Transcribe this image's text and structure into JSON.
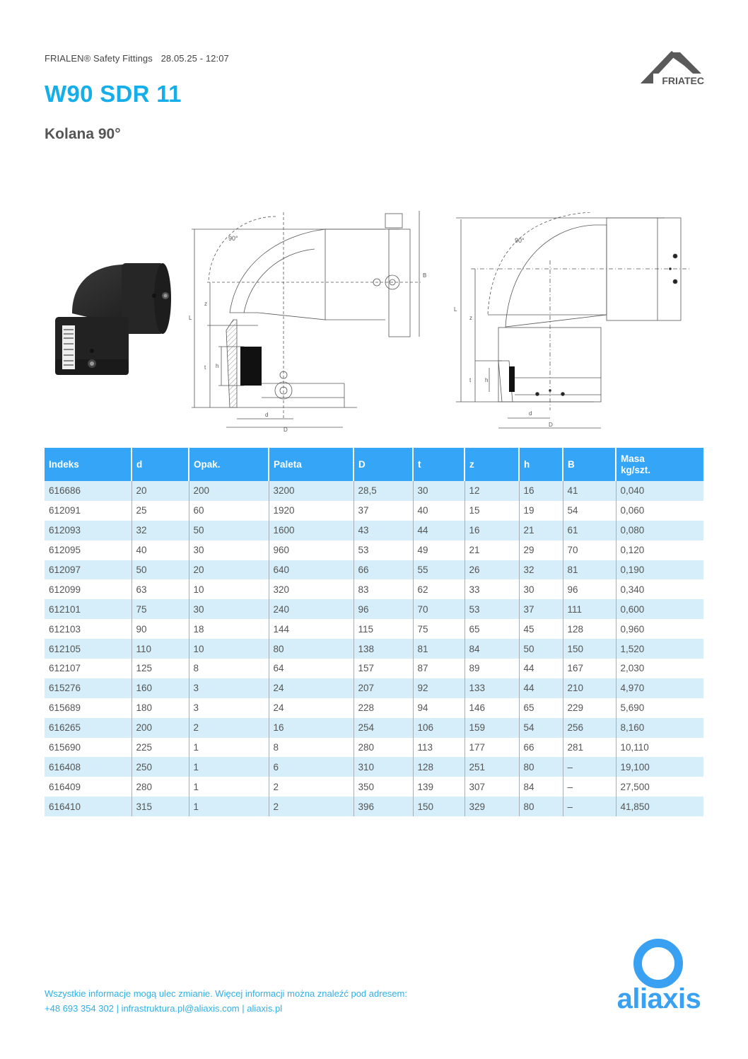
{
  "header": {
    "product_line": "FRIALEN® Safety Fittings",
    "datetime": "28.05.25 - 12:07",
    "title": "W90 SDR 11",
    "subtitle": "Kolana 90°",
    "brand_logo": "FRIATEC"
  },
  "images": {
    "product_photo": "black electrofusion 90-degree elbow fitting photo",
    "drawing_left_angle_label": "90°",
    "drawing_left_dim_labels": [
      "L",
      "z",
      "t",
      "h",
      "B",
      "d",
      "D"
    ],
    "drawing_right_angle_label": "90°",
    "drawing_right_dim_labels": [
      "L",
      "z",
      "t",
      "h",
      "d",
      "D"
    ]
  },
  "table": {
    "columns": [
      "Indeks",
      "d",
      "Opak.",
      "Paleta",
      "D",
      "t",
      "z",
      "h",
      "B",
      "Masa\nkg/szt."
    ],
    "column_labels": {
      "indeks": "Indeks",
      "d": "d",
      "opak": "Opak.",
      "paleta": "Paleta",
      "D": "D",
      "t": "t",
      "z": "z",
      "h": "h",
      "B": "B",
      "masa_line1": "Masa",
      "masa_line2": "kg/szt."
    },
    "rows": [
      [
        "616686",
        "20",
        "200",
        "3200",
        "28,5",
        "30",
        "12",
        "16",
        "41",
        "0,040"
      ],
      [
        "612091",
        "25",
        "60",
        "1920",
        "37",
        "40",
        "15",
        "19",
        "54",
        "0,060"
      ],
      [
        "612093",
        "32",
        "50",
        "1600",
        "43",
        "44",
        "16",
        "21",
        "61",
        "0,080"
      ],
      [
        "612095",
        "40",
        "30",
        "960",
        "53",
        "49",
        "21",
        "29",
        "70",
        "0,120"
      ],
      [
        "612097",
        "50",
        "20",
        "640",
        "66",
        "55",
        "26",
        "32",
        "81",
        "0,190"
      ],
      [
        "612099",
        "63",
        "10",
        "320",
        "83",
        "62",
        "33",
        "30",
        "96",
        "0,340"
      ],
      [
        "612101",
        "75",
        "30",
        "240",
        "96",
        "70",
        "53",
        "37",
        "111",
        "0,600"
      ],
      [
        "612103",
        "90",
        "18",
        "144",
        "115",
        "75",
        "65",
        "45",
        "128",
        "0,960"
      ],
      [
        "612105",
        "110",
        "10",
        "80",
        "138",
        "81",
        "84",
        "50",
        "150",
        "1,520"
      ],
      [
        "612107",
        "125",
        "8",
        "64",
        "157",
        "87",
        "89",
        "44",
        "167",
        "2,030"
      ],
      [
        "615276",
        "160",
        "3",
        "24",
        "207",
        "92",
        "133",
        "44",
        "210",
        "4,970"
      ],
      [
        "615689",
        "180",
        "3",
        "24",
        "228",
        "94",
        "146",
        "65",
        "229",
        "5,690"
      ],
      [
        "616265",
        "200",
        "2",
        "16",
        "254",
        "106",
        "159",
        "54",
        "256",
        "8,160"
      ],
      [
        "615690",
        "225",
        "1",
        "8",
        "280",
        "113",
        "177",
        "66",
        "281",
        "10,110"
      ],
      [
        "616408",
        "250",
        "1",
        "6",
        "310",
        "128",
        "251",
        "80",
        "–",
        "19,100"
      ],
      [
        "616409",
        "280",
        "1",
        "2",
        "350",
        "139",
        "307",
        "84",
        "–",
        "27,500"
      ],
      [
        "616410",
        "315",
        "1",
        "2",
        "396",
        "150",
        "329",
        "80",
        "–",
        "41,850"
      ]
    ]
  },
  "footer": {
    "notice": "Wszystkie informacje mogą ulec zmianie. Więcej informacji można znaleźć pod adresem:",
    "contact": "+48 693 354 302 | infrastruktura.pl@aliaxis.com | aliaxis.pl",
    "brand_logo": "aliaxis"
  },
  "colors": {
    "title_blue": "#16aee8",
    "table_header": "#34a5f7",
    "row_stripe": "#d5eef9",
    "footer_text": "#2fb0e8",
    "aliaxis_blue": "#3aa1f2",
    "friatec_gray": "#555555"
  }
}
